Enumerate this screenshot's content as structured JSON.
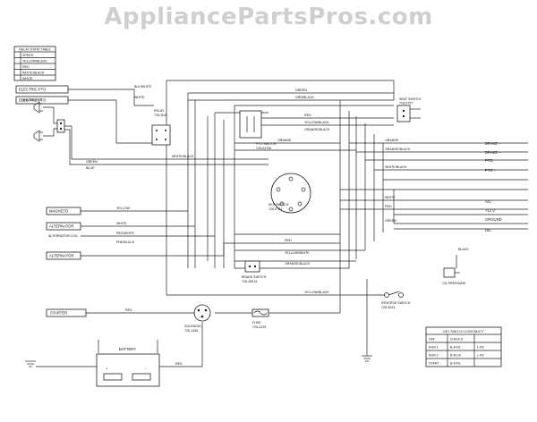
{
  "watermark": "AppliancePartsPros.com",
  "relay_table": {
    "title": "RELAY STATE TABLE",
    "rows": [
      "SPEED",
      "YELLOW/BLACK",
      "RED",
      "WHITE/BLACK",
      "WHITE"
    ]
  },
  "components": {
    "electric_pto": "ELECTRIC PTO",
    "electric_pto_2": "ELECTRIC PTO",
    "headlights": "HEADLIGHTS",
    "magneto": "MAGNETO",
    "alternator": "ALTERNATOR",
    "alternator_coil": "ALTERNATOR COIL",
    "alternator_2": "ALTERNATOR",
    "starter": "STARTER",
    "battery": "BATTERY",
    "relay": "RELAY",
    "relay_part": "725-3041",
    "pto_switch": "PTO SWITCH",
    "pto_switch_part": "725-04790",
    "seat_switch": "SEAT SWITCH",
    "seat_switch_part": "725-0757",
    "key_switch": "KEY SWITCH",
    "key_switch_part": "725-0741",
    "brake_switch": "BRAKE SWITCH",
    "brake_switch_part": "725-3907A",
    "reverse_switch": "REVERSE SWITCH",
    "reverse_switch_part": "725-3043",
    "solenoid": "SOLENOID",
    "solenoid_part": "725-1426",
    "fuse": "FUSE",
    "fuse_part": "725-1239",
    "oil_pressure": "OIL PRESSURE",
    "plus": "+",
    "minus": "-"
  },
  "wire_labels": {
    "blk_white": "BLK/WHITE",
    "white": "WHITE",
    "green": "GREEN",
    "grn_black": "GRN/BLACK",
    "red": "RED",
    "yellow_black": "YELLOW/BLACK",
    "orange_black": "ORANGE/BLACK",
    "white_black": "WHITE/BLACK",
    "blue": "BLUE",
    "orange": "ORANGE",
    "yellow": "YELLOW",
    "red_white": "RED/WHITE",
    "yellow_white": "YELLOW/WHITE",
    "black": "BLACK",
    "pink": "PINK",
    "pnk_black": "PNK/BLACK"
  },
  "right_terminals": [
    "BRAKE -",
    "BRAKE +",
    "PTO",
    "PTO +",
    "A/C",
    "+12 V",
    "GROUND",
    "OIL"
  ],
  "key_table": {
    "title": "KEY SWITCH CONTINUITY",
    "rows": [
      [
        "OFF",
        "G-M-A-S",
        ""
      ],
      [
        "RUN 1",
        "B-A-R1",
        "L-R2"
      ],
      [
        "RUN 2",
        "B-R1-A",
        "L-R2"
      ],
      [
        "START",
        "B-S-R1",
        ""
      ]
    ]
  }
}
